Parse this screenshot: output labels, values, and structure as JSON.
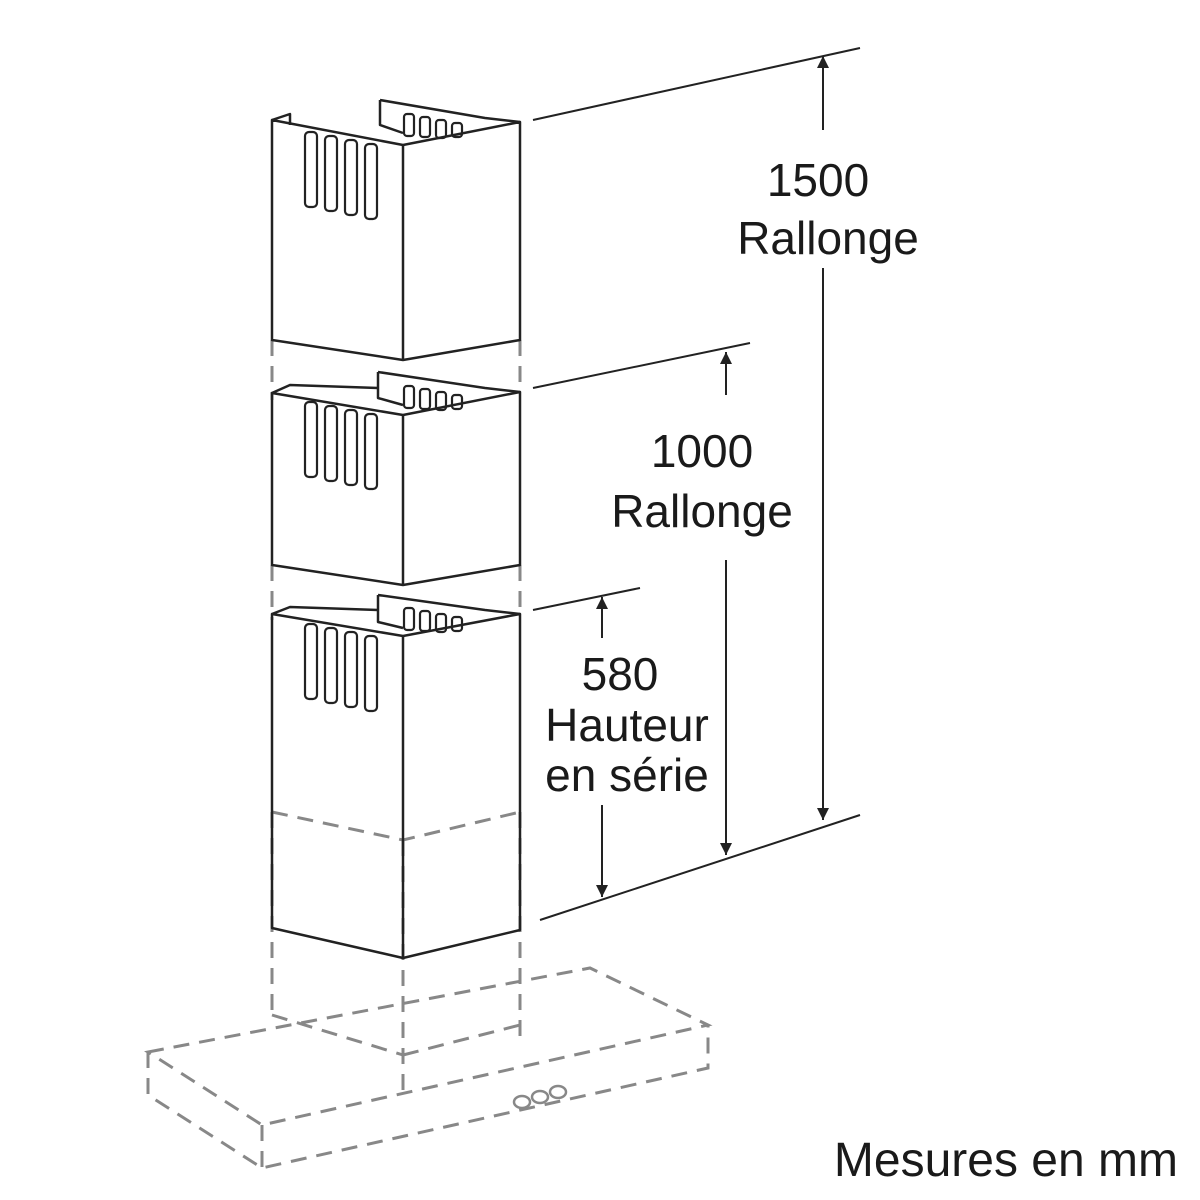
{
  "dimensions": {
    "extension_1500": {
      "value": "1500",
      "label": "Rallonge"
    },
    "extension_1000": {
      "value": "1000",
      "label": "Rallonge"
    },
    "standard_580": {
      "value": "580",
      "label_line1": "Hauteur",
      "label_line2": "en série"
    }
  },
  "units": "Mesures en mm",
  "colors": {
    "line": "#222222",
    "dashed": "#888888",
    "background": "#ffffff"
  }
}
